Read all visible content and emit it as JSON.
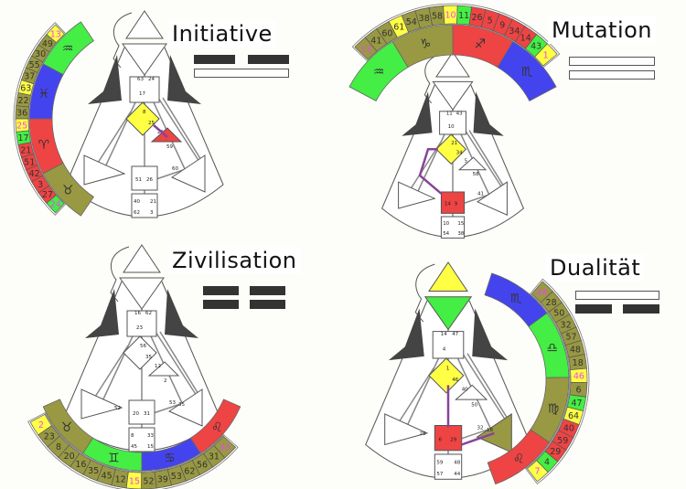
{
  "colors": {
    "green": "#44ee44",
    "blue": "#4444ee",
    "red": "#ee4444",
    "olive": "#999944",
    "yellow": "#ffff44",
    "pink": "#ee44ee",
    "channel": "#884499",
    "dark": "#444444"
  },
  "quadrants": [
    {
      "title": "Initiative",
      "lines": [
        "dark-broken",
        "empty"
      ],
      "signs": [
        {
          "glyph": "♒",
          "color": "green"
        },
        {
          "glyph": "♓",
          "color": "blue"
        },
        {
          "glyph": "♈",
          "color": "red"
        },
        {
          "glyph": "♉",
          "color": "olive"
        }
      ],
      "gates": [
        {
          "n": "13",
          "color": "yellow",
          "pink": true
        },
        {
          "n": "49",
          "color": "olive"
        },
        {
          "n": "30",
          "color": "olive"
        },
        {
          "n": "55",
          "color": "olive"
        },
        {
          "n": "37",
          "color": "olive"
        },
        {
          "n": "63",
          "color": "yellow"
        },
        {
          "n": "22",
          "color": "olive"
        },
        {
          "n": "36",
          "color": "olive"
        },
        {
          "n": "25",
          "color": "yellow",
          "pink": true
        },
        {
          "n": "17",
          "color": "green"
        },
        {
          "n": "21",
          "color": "red"
        },
        {
          "n": "51",
          "color": "red"
        },
        {
          "n": "42",
          "color": "red"
        },
        {
          "n": "3",
          "color": "red"
        },
        {
          "n": "27",
          "color": "red"
        },
        {
          "n": "24",
          "color": "green",
          "pink": true
        }
      ],
      "centers": {
        "g": "yellow",
        "heart": "red"
      },
      "labels": [
        "63",
        "24",
        "17",
        "8",
        "25",
        "21",
        "51",
        "26",
        "40",
        "21",
        "62",
        "3",
        "59",
        "60"
      ]
    },
    {
      "title": "Mutation",
      "lines": [
        "empty",
        "empty"
      ],
      "signs": [
        {
          "glyph": "♒",
          "color": "green"
        },
        {
          "glyph": "♑",
          "color": "olive"
        },
        {
          "glyph": "♐",
          "color": "red"
        },
        {
          "glyph": "♏",
          "color": "blue"
        }
      ],
      "gates": [
        {
          "n": "13",
          "color": "olive",
          "pink": true
        },
        {
          "n": "41",
          "color": "olive"
        },
        {
          "n": "60",
          "color": "olive"
        },
        {
          "n": "61",
          "color": "yellow"
        },
        {
          "n": "54",
          "color": "olive"
        },
        {
          "n": "38",
          "color": "olive"
        },
        {
          "n": "58",
          "color": "olive"
        },
        {
          "n": "10",
          "color": "yellow",
          "pink": true
        },
        {
          "n": "11",
          "color": "green"
        },
        {
          "n": "26",
          "color": "red"
        },
        {
          "n": "5",
          "color": "red"
        },
        {
          "n": "9",
          "color": "red"
        },
        {
          "n": "34",
          "color": "red"
        },
        {
          "n": "14",
          "color": "red"
        },
        {
          "n": "43",
          "color": "green"
        },
        {
          "n": "1",
          "color": "yellow",
          "pink": true
        }
      ],
      "centers": {
        "g": "yellow",
        "sacral": "red"
      },
      "labels": [
        "11",
        "43",
        "10",
        "21",
        "34",
        "5",
        "14",
        "9",
        "10",
        "15",
        "54",
        "38",
        "58",
        "41"
      ]
    },
    {
      "title": "Zivilisation",
      "lines": [
        "dark-broken",
        "dark-broken"
      ],
      "signs": [
        {
          "glyph": "♉",
          "color": "olive"
        },
        {
          "glyph": "♊",
          "color": "green"
        },
        {
          "glyph": "♋",
          "color": "blue"
        },
        {
          "glyph": "♌",
          "color": "red"
        }
      ],
      "gates": [
        {
          "n": "2",
          "color": "yellow",
          "pink": true
        },
        {
          "n": "23",
          "color": "olive"
        },
        {
          "n": "8",
          "color": "olive"
        },
        {
          "n": "20",
          "color": "olive"
        },
        {
          "n": "16",
          "color": "olive"
        },
        {
          "n": "35",
          "color": "olive"
        },
        {
          "n": "45",
          "color": "olive"
        },
        {
          "n": "12",
          "color": "olive"
        },
        {
          "n": "15",
          "color": "yellow",
          "pink": true
        },
        {
          "n": "52",
          "color": "olive"
        },
        {
          "n": "39",
          "color": "olive"
        },
        {
          "n": "53",
          "color": "olive"
        },
        {
          "n": "62",
          "color": "olive"
        },
        {
          "n": "56",
          "color": "olive"
        },
        {
          "n": "31",
          "color": "olive"
        },
        {
          "n": "33",
          "color": "olive",
          "pink": true
        }
      ],
      "centers": {},
      "labels": [
        "16",
        "62",
        "23",
        "56",
        "35",
        "12",
        "20",
        "31",
        "8",
        "33",
        "45",
        "15",
        "2",
        "53",
        "52",
        "35"
      ]
    },
    {
      "title": "Dualität",
      "lines": [
        "empty",
        "dark-broken"
      ],
      "signs": [
        {
          "glyph": "♏",
          "color": "blue"
        },
        {
          "glyph": "♎",
          "color": "green"
        },
        {
          "glyph": "♍",
          "color": "olive"
        },
        {
          "glyph": "♌",
          "color": "red"
        }
      ],
      "gates": [
        {
          "n": "44",
          "color": "olive",
          "pink": true
        },
        {
          "n": "28",
          "color": "olive"
        },
        {
          "n": "50",
          "color": "olive"
        },
        {
          "n": "32",
          "color": "olive"
        },
        {
          "n": "57",
          "color": "olive"
        },
        {
          "n": "48",
          "color": "olive"
        },
        {
          "n": "18",
          "color": "olive"
        },
        {
          "n": "46",
          "color": "yellow",
          "pink": true
        },
        {
          "n": "6",
          "color": "olive"
        },
        {
          "n": "47",
          "color": "green"
        },
        {
          "n": "64",
          "color": "yellow"
        },
        {
          "n": "40",
          "color": "red"
        },
        {
          "n": "59",
          "color": "red"
        },
        {
          "n": "29",
          "color": "red"
        },
        {
          "n": "4",
          "color": "green"
        },
        {
          "n": "7",
          "color": "yellow",
          "pink": true
        }
      ],
      "centers": {
        "head": "yellow",
        "ajna": "green",
        "g": "yellow",
        "sacral": "red",
        "sp": "olive"
      },
      "labels": [
        "14",
        "47",
        "4",
        "1",
        "46",
        "40",
        "6",
        "29",
        "59",
        "48",
        "57",
        "44",
        "50",
        "32",
        "28",
        "18"
      ]
    }
  ]
}
